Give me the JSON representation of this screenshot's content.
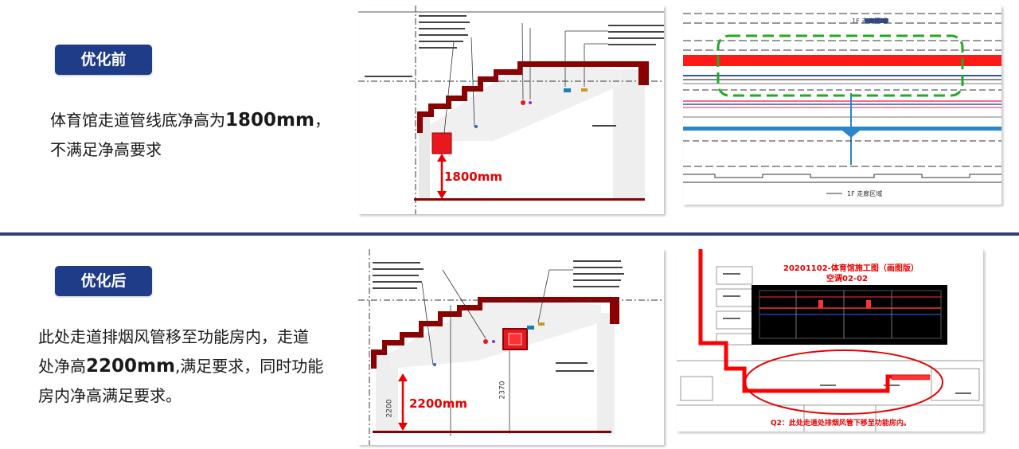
{
  "before": {
    "badge": "优化前",
    "desc_prefix": "体育馆走道管线底净高为",
    "desc_value": "1800mm",
    "desc_suffix": "，",
    "desc_line2": "不满足净高要求",
    "section_dim": "1800mm",
    "plan_label_top": "1F 走廊区域",
    "plan_label_bottom": "1F 走廊区域"
  },
  "after": {
    "badge": "优化后",
    "desc_line1": "此处走道排烟风管移至功能房内，走道",
    "desc_pre2": "处净高",
    "desc_value": "2200mm",
    "desc_suf2": ",满足要求，同时功能",
    "desc_line3": "房内净高满足要求。",
    "section_dim": "2200mm",
    "section_dim_left": "2200",
    "section_dim_right": "2370",
    "plan_title_line1": "20201102-体育馆施工图（画图版）",
    "plan_title_line2": "空调02-02",
    "plan_caption": "Q2：此处走道处排烟风管下移至功能房内。"
  },
  "colors": {
    "badge": "#1f3c88",
    "divider": "#2f3f72",
    "structure": "#8b0000",
    "duct_red": "#ff0000",
    "highlight_green": "#22aa22",
    "dim_red": "#e60000"
  }
}
